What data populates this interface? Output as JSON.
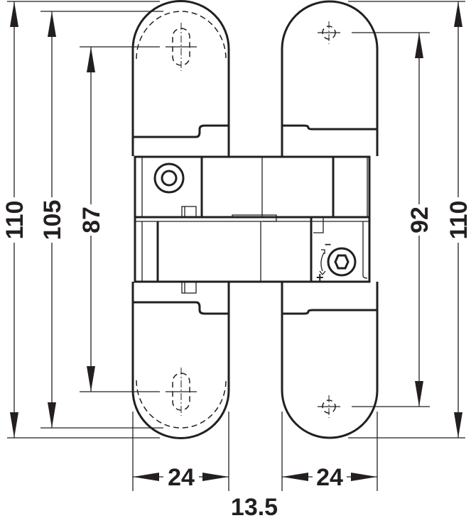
{
  "title": "Concealed hinge dimension drawing",
  "dimensions": {
    "overall_height_left": "110",
    "slot_height": "105",
    "left_hole_spacing": "87",
    "right_hole_spacing": "92",
    "overall_height_right": "110",
    "left_width": "24",
    "right_width": "24",
    "gap": "13.5"
  },
  "adjust_symbols": {
    "minus": "−",
    "plus": "+"
  },
  "colors": {
    "line": "#231f20",
    "background": "#ffffff"
  }
}
